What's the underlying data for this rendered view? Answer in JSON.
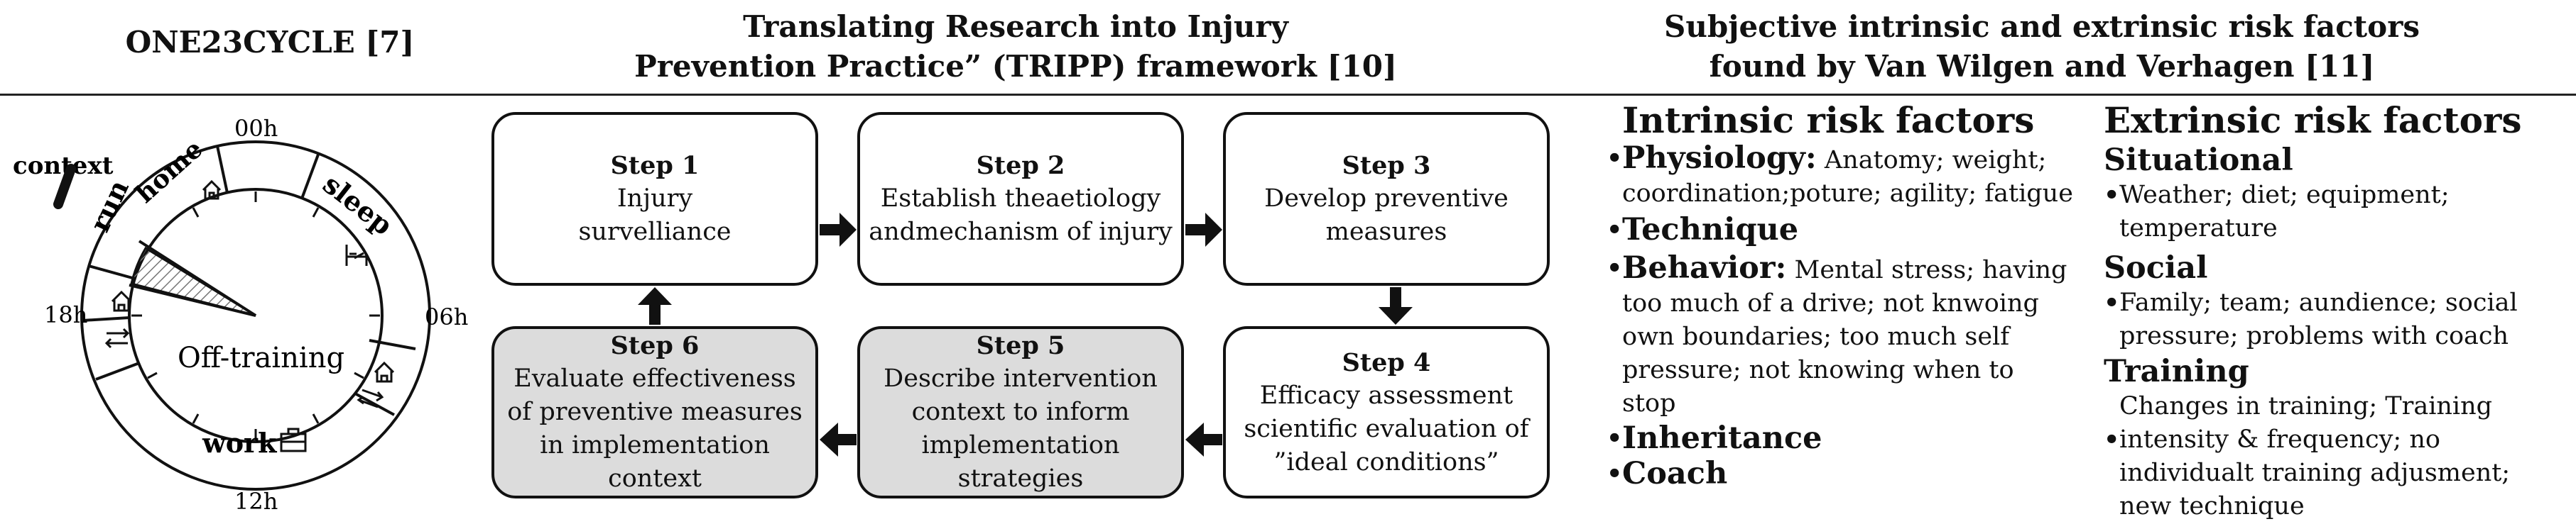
{
  "headers": {
    "left": "ONE23CYCLE [7]",
    "center_line1": "Translating Research into Injury",
    "center_line2": "Prevention Practice” (TRIPP) framework [10]",
    "right_line1": "Subjective intrinsic and extrinsic risk factors",
    "right_line2": "found by Van Wilgen and Verhagen [11]"
  },
  "clock": {
    "context_label": "context",
    "hour_top": "00h",
    "hour_right": "06h",
    "hour_bottom": "12h",
    "hour_left": "18h",
    "center_label": "Off-training",
    "segment_run": "run",
    "segment_home": "home",
    "segment_sleep": "sleep",
    "segment_work": "work"
  },
  "steps": [
    {
      "title": "Step 1",
      "line1": "Injury",
      "line2": "survelliance",
      "line3": "",
      "line4": ""
    },
    {
      "title": "Step 2",
      "line1": "Establish theaetiology",
      "line2": "andmechanism of injury",
      "line3": "",
      "line4": ""
    },
    {
      "title": "Step 3",
      "line1": "Develop preventive",
      "line2": "measures",
      "line3": "",
      "line4": ""
    },
    {
      "title": "Step 4",
      "line1": "Efficacy assessment",
      "line2": "scientific evaluation of",
      "line3": "”ideal conditions”",
      "line4": ""
    },
    {
      "title": "Step 5",
      "line1": "Describe intervention",
      "line2": "context to inform",
      "line3": "implementation",
      "line4": "strategies"
    },
    {
      "title": "Step 6",
      "line1": "Evaluate effectiveness",
      "line2": "of preventive measures",
      "line3": "in implementation",
      "line4": "context"
    }
  ],
  "intrinsic": {
    "heading": "Intrinsic risk factors",
    "physiology_label": "Physiology:",
    "physiology_text": " Anatomy; weight; coordination;poture; agility; fatigue",
    "technique_label": "Technique",
    "behavior_label": "Behavior:",
    "behavior_text": " Mental stress; having too much of a drive; not knwoing own boundaries; too much self pressure; not knowing when to stop",
    "inheritance_label": "Inheritance",
    "coach_label": "Coach"
  },
  "extrinsic": {
    "heading": "Extrinsic risk factors",
    "situational_heading": "Situational",
    "situational_text": "Weather; diet; equipment; temperature",
    "social_heading": "Social",
    "social_text": "Family; team; aundience; social pressure; problems with coach",
    "training_heading": "Training",
    "training_intro": "Changes in training; Training",
    "training_text": "intensity & frequency; no individualt training adjusment; new technique"
  }
}
